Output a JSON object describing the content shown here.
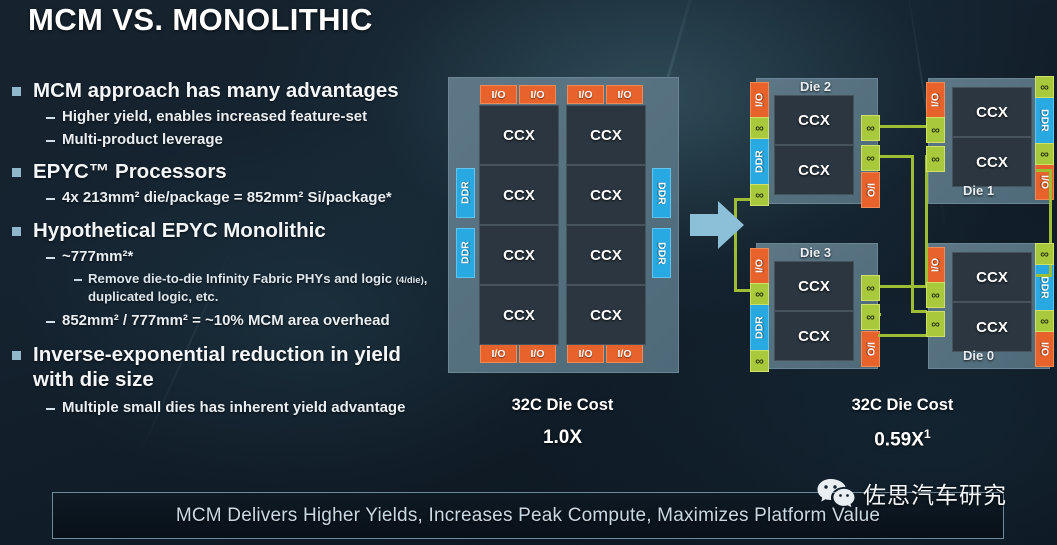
{
  "slide": {
    "title": "MCM VS. MONOLITHIC",
    "banner": "MCM Delivers Higher Yields, Increases Peak Compute, Maximizes Platform Value"
  },
  "bullets": [
    {
      "level": 1,
      "text": "MCM approach has many advantages"
    },
    {
      "level": 2,
      "text": "Higher yield, enables increased feature-set"
    },
    {
      "level": 2,
      "text": "Multi-product leverage"
    },
    {
      "level": 1,
      "text": "EPYC™ Processors"
    },
    {
      "level": 2,
      "text": "4x 213mm² die/package = 852mm² Si/package*"
    },
    {
      "level": 1,
      "text": "Hypothetical EPYC Monolithic"
    },
    {
      "level": 2,
      "text": "~777mm²*"
    },
    {
      "level": 3,
      "text": "Remove die-to-die Infinity Fabric PHYs and logic (4/die), duplicated logic, etc."
    },
    {
      "level": 2,
      "text": "852mm² / 777mm² = ~10% MCM area overhead"
    },
    {
      "level": 1,
      "text": "Inverse-exponential reduction in yield with die size"
    },
    {
      "level": 2,
      "text": "Multiple small dies has inherent yield advantage"
    }
  ],
  "monolithic": {
    "caption_line1": "32C Die Cost",
    "caption_line2": "1.0X",
    "io_label": "I/O",
    "ddr_label": "DDR",
    "ccx_label": "CCX",
    "io_top_count": 4,
    "io_bottom_count": 4,
    "ccx_count": 8,
    "ddr_left_count": 2,
    "ddr_right_count": 2
  },
  "mcm": {
    "caption_line1": "32C Die Cost",
    "caption_line2": "0.59X¹",
    "io_label": "I/O",
    "ddr_label": "DDR",
    "ccx_label": "CCX",
    "infinity_glyph": "∞",
    "dies": [
      {
        "name": "Die 2",
        "ccx": [
          "CCX",
          "CCX"
        ]
      },
      {
        "name": "Die 1",
        "ccx": [
          "CCX",
          "CCX"
        ]
      },
      {
        "name": "Die 3",
        "ccx": [
          "CCX",
          "CCX"
        ]
      },
      {
        "name": "Die 0",
        "ccx": [
          "CCX",
          "CCX"
        ]
      }
    ]
  },
  "watermark": {
    "icon": "wechat-icon",
    "text": "佐思汽车研究"
  },
  "colors": {
    "io": "#e8622b",
    "ddr": "#29a9e1",
    "infinity_fabric": "#a9c93c",
    "ccx": "#2b3640",
    "package": "#55707f",
    "arrow": "#8cc0d8",
    "bullet_mark": "#8fb8cc"
  }
}
